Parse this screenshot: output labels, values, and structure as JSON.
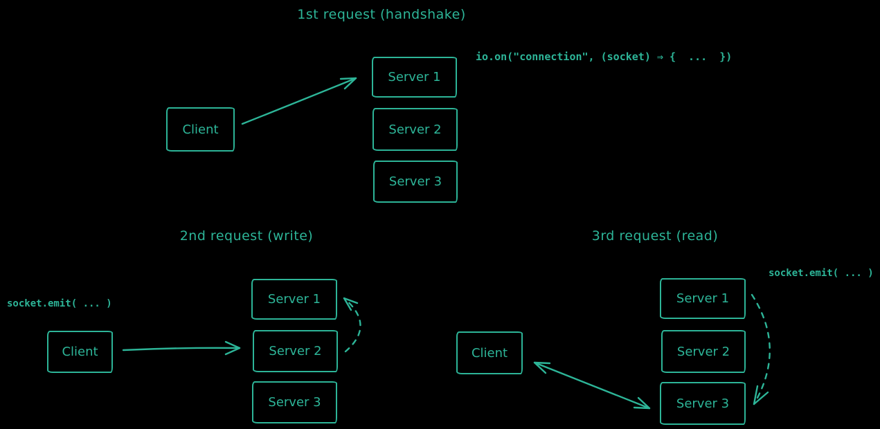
{
  "colors": {
    "background": "#000000",
    "ink": "#2db598"
  },
  "sections": {
    "handshake": {
      "title": "1st request (handshake)",
      "code": "io.on(\"connection\", (socket) ⇒ {  ...  })",
      "client": "Client",
      "servers": [
        "Server 1",
        "Server 2",
        "Server 3"
      ],
      "edges": [
        {
          "from": "Client",
          "to": "Server 1",
          "style": "solid",
          "arrowheads": "end"
        }
      ]
    },
    "write": {
      "title": "2nd request (write)",
      "code": "socket.emit( ... )",
      "client": "Client",
      "servers": [
        "Server 1",
        "Server 2",
        "Server 3"
      ],
      "edges": [
        {
          "from": "Client",
          "to": "Server 2",
          "style": "solid",
          "arrowheads": "end"
        },
        {
          "from": "Server 2",
          "to": "Server 1",
          "style": "dashed",
          "arrowheads": "end"
        }
      ]
    },
    "read": {
      "title": "3rd request (read)",
      "code": "socket.emit( ... )",
      "client": "Client",
      "servers": [
        "Server 1",
        "Server 2",
        "Server 3"
      ],
      "edges": [
        {
          "from": "Server 3",
          "to": "Client",
          "style": "solid",
          "arrowheads": "both"
        },
        {
          "from": "Server 1",
          "to": "Server 3",
          "style": "dashed",
          "arrowheads": "end"
        }
      ]
    }
  }
}
